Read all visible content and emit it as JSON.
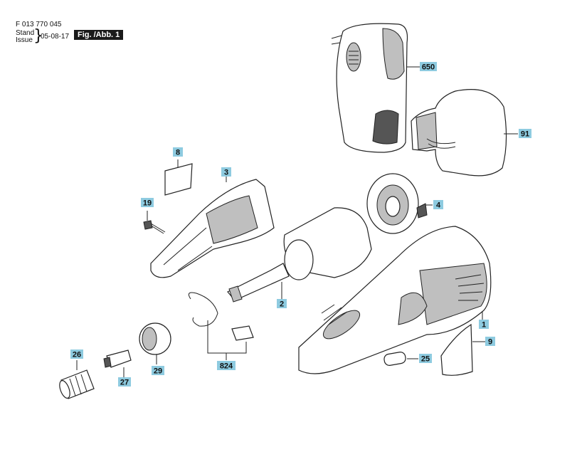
{
  "header": {
    "code": "F 013 770 045",
    "stand_label": "Stand",
    "issue_label": "Issue",
    "date": "05-08-17",
    "figure": "Fig. /Abb. 1"
  },
  "parts": [
    {
      "id": "650"
    },
    {
      "id": "91"
    },
    {
      "id": "8"
    },
    {
      "id": "3"
    },
    {
      "id": "19"
    },
    {
      "id": "4"
    },
    {
      "id": "2"
    },
    {
      "id": "1"
    },
    {
      "id": "9"
    },
    {
      "id": "25"
    },
    {
      "id": "824"
    },
    {
      "id": "26"
    },
    {
      "id": "27"
    },
    {
      "id": "29"
    }
  ],
  "colors": {
    "label_highlight": "#8ecbe0",
    "ink": "#222222"
  }
}
